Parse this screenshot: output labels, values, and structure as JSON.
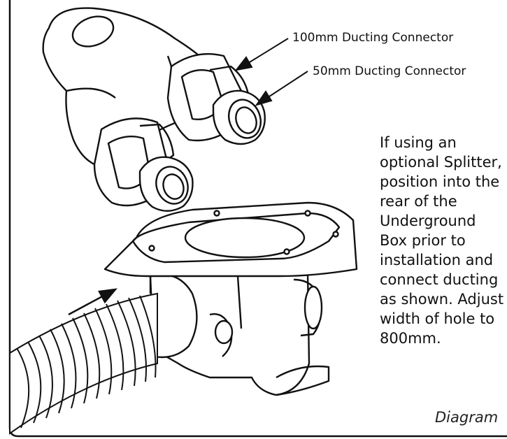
{
  "labels": {
    "ducting_100": "100mm Ducting Connector",
    "ducting_50": "50mm Ducting Connector"
  },
  "instructions": {
    "lines": [
      "If using an",
      "optional Splitter,",
      "position into the",
      "rear of the",
      "Underground",
      "Box prior to",
      "installation and",
      "connect ducting",
      "as shown. Adjust",
      "width of hole to",
      "800mm."
    ]
  },
  "caption": "Diagram",
  "colors": {
    "ink": "#111111",
    "background": "#ffffff"
  }
}
